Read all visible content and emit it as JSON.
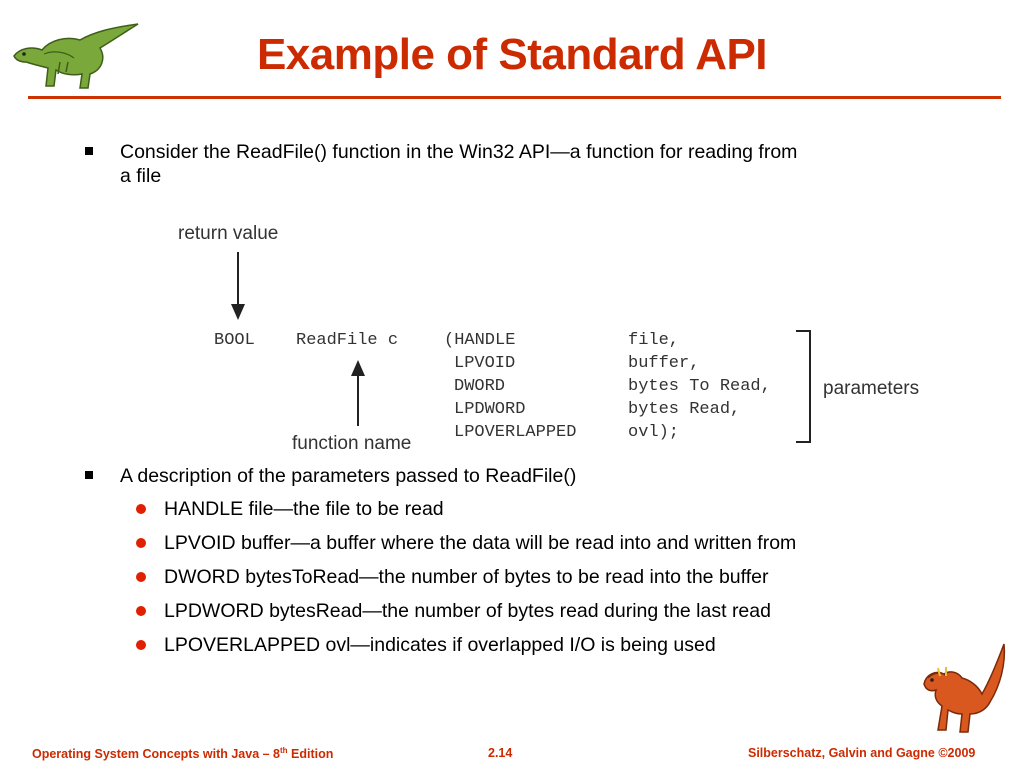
{
  "title": "Example of Standard API",
  "bullets": [
    {
      "text_line1": "Consider the ReadFile() function in the Win32 API—a function for reading from",
      "text_line2": "a file"
    },
    {
      "text": "A description of the parameters passed to ReadFile()"
    }
  ],
  "sub_bullets": [
    "HANDLE file—the file to be read",
    "LPVOID buffer—a buffer where the data will be read into and written from",
    "DWORD bytesToRead—the number of bytes to be read into the buffer",
    "LPDWORD bytesRead—the number of bytes read during the last read",
    "LPOVERLAPPED ovl—indicates if overlapped I/O is being used"
  ],
  "diagram": {
    "return_value_label": "return value",
    "function_name_label": "function name",
    "parameters_label": "parameters",
    "return_type": "BOOL",
    "function_name": "ReadFile c",
    "param_types": [
      "(HANDLE",
      "LPVOID",
      "DWORD",
      "LPDWORD",
      "LPOVERLAPPED"
    ],
    "param_names": [
      "file,",
      "buffer,",
      "bytes To Read,",
      "bytes Read,",
      "ovl);"
    ]
  },
  "footer": {
    "left_prefix": "Operating System Concepts  with Java – 8",
    "left_sup": "th",
    "left_suffix": " Edition",
    "center": "2.14",
    "right": "Silberschatz, Galvin and Gagne ©2009"
  },
  "colors": {
    "accent": "#cc2a00",
    "bullet_dot": "#e02000",
    "dino_green": "#6a9a2a",
    "dino_red": "#d04818"
  }
}
